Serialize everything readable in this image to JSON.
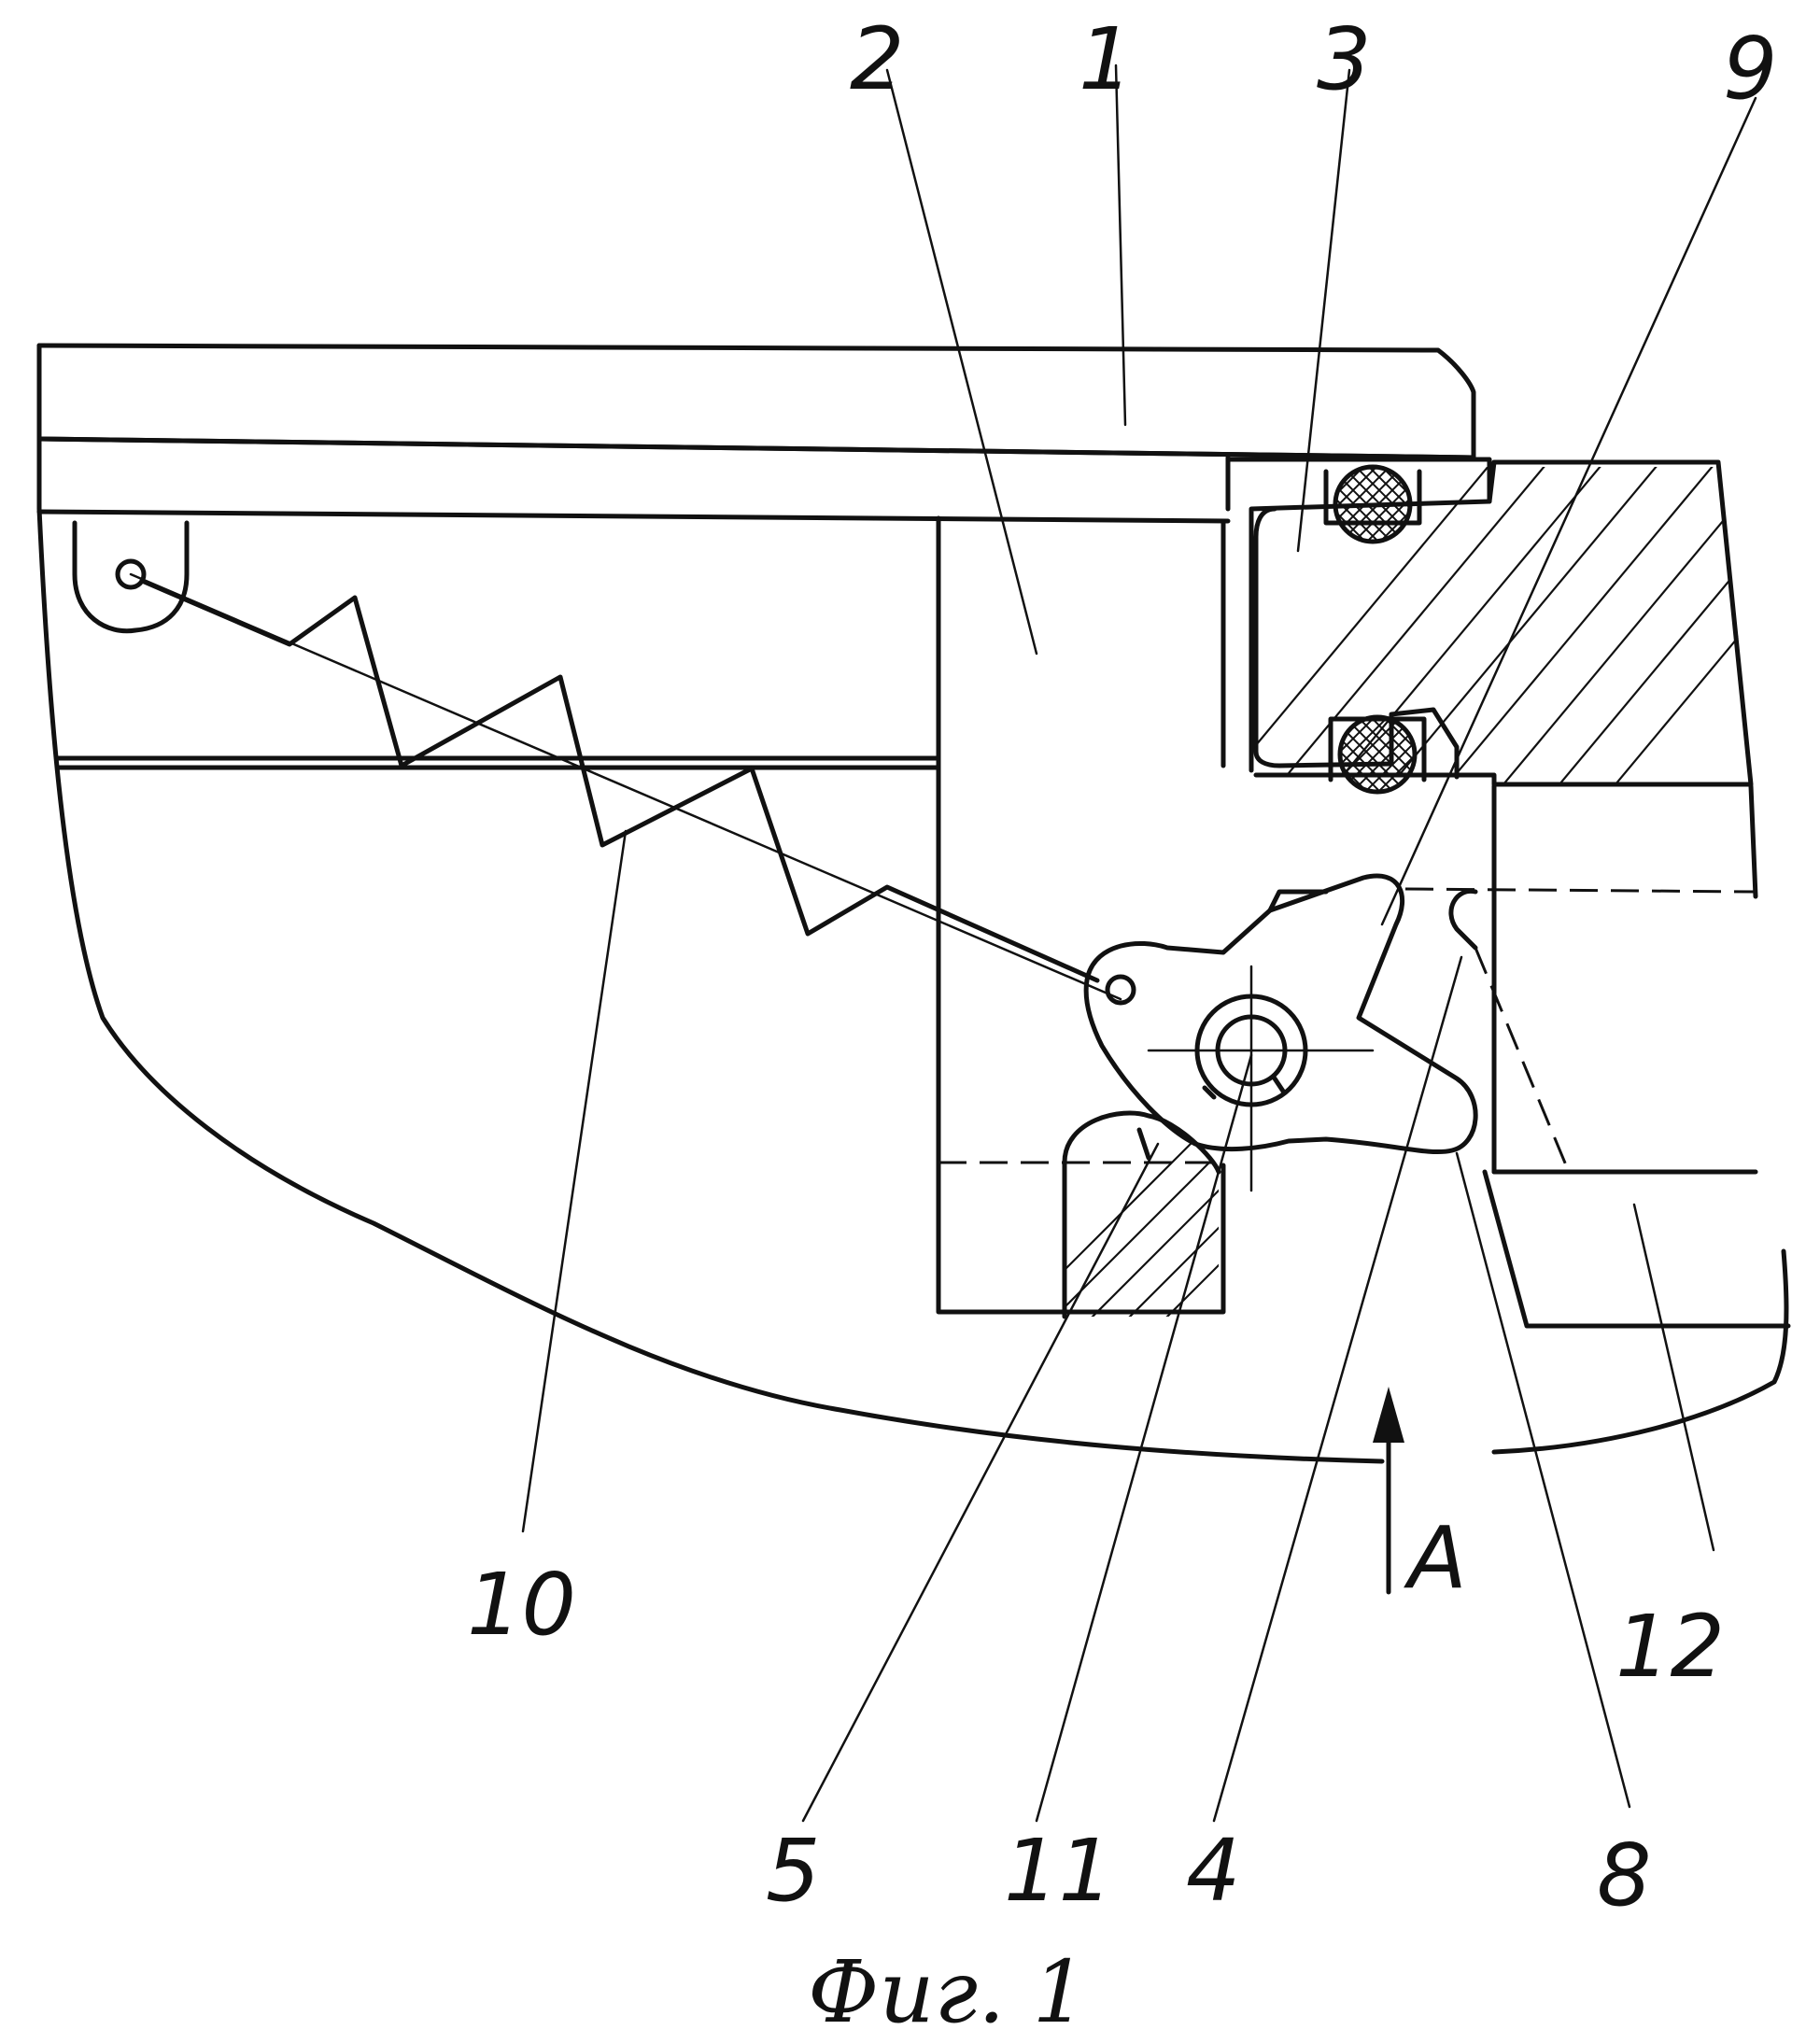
{
  "figure": {
    "caption": "Фиг. 1",
    "view_letter": "A"
  },
  "labels": {
    "l1": "1",
    "l2": "2",
    "l3": "3",
    "l4": "4",
    "l5": "5",
    "l8": "8",
    "l9": "9",
    "l10": "10",
    "l11": "11",
    "l12": "12"
  }
}
